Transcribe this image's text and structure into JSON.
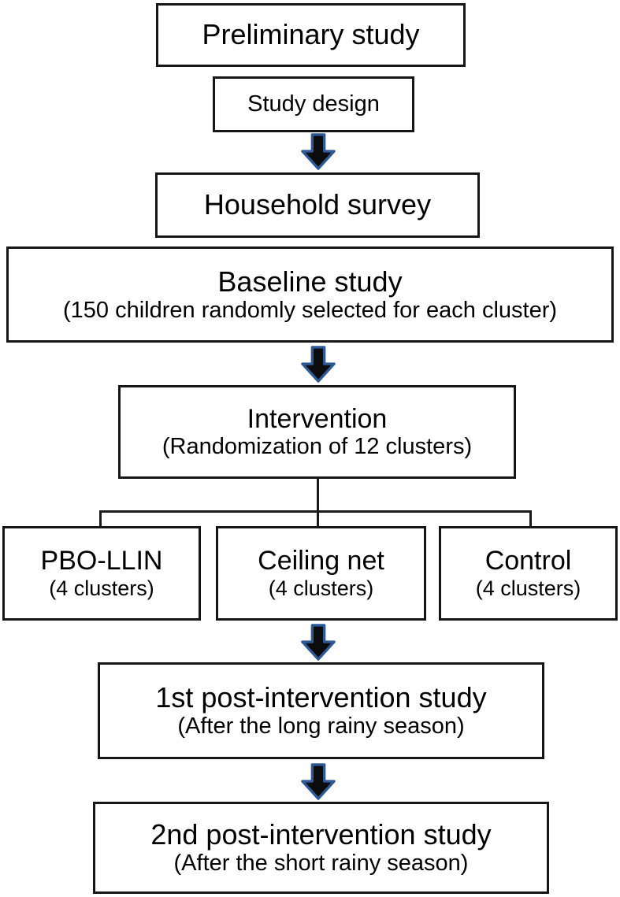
{
  "diagram": {
    "type": "flowchart",
    "colors": {
      "background": "#ffffff",
      "box_border": "#161616",
      "box_background": "#ffffff",
      "text": "#000000",
      "connector": "#1a1a1a",
      "arrow_fill": "#0c0c0c",
      "arrow_outline": "#2d5a96"
    },
    "nodes": {
      "preliminary": {
        "title": "Preliminary study"
      },
      "study_design": {
        "title": "Study design"
      },
      "household": {
        "title": "Household survey"
      },
      "baseline": {
        "title": "Baseline study",
        "subtitle": "(150 children randomly selected for each cluster)"
      },
      "intervention": {
        "title": "Intervention",
        "subtitle": "(Randomization of 12 clusters)"
      },
      "post1": {
        "title": "1st post-intervention study",
        "subtitle": "(After the long rainy season)"
      },
      "post2": {
        "title": "2nd post-intervention study",
        "subtitle": "(After the short rainy season)"
      }
    },
    "arms": [
      {
        "title": "PBO-LLIN",
        "subtitle": "(4 clusters)"
      },
      {
        "title": "Ceiling net",
        "subtitle": "(4 clusters)"
      },
      {
        "title": "Control",
        "subtitle": "(4 clusters)"
      }
    ],
    "icons": {
      "down_arrow": "down-arrow-icon"
    }
  }
}
